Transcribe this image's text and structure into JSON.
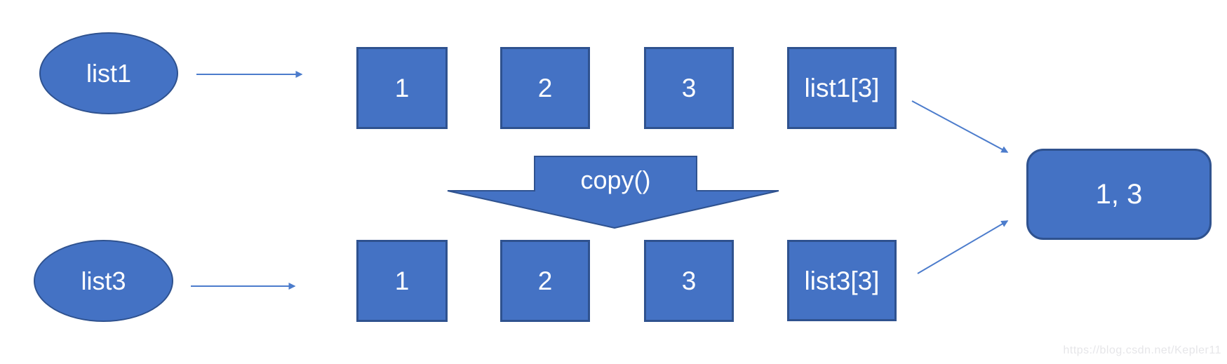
{
  "diagram": {
    "title_hint": "python list copy() diagram",
    "colors": {
      "shape_fill": "#4472C4",
      "shape_border": "#2F528F",
      "arrow": "#4C7CCC",
      "text": "#ffffff",
      "watermark": "#e6e6e9",
      "background": "#ffffff"
    },
    "top_row": {
      "pointer_label": "list1",
      "cells": [
        "1",
        "2",
        "3",
        "list1[3]"
      ]
    },
    "bottom_row": {
      "pointer_label": "list3",
      "cells": [
        "1",
        "2",
        "3",
        "list3[3]"
      ]
    },
    "operation_label": "copy()",
    "result_label": "1, 3",
    "watermark": "https://blog.csdn.net/Kepler11"
  }
}
